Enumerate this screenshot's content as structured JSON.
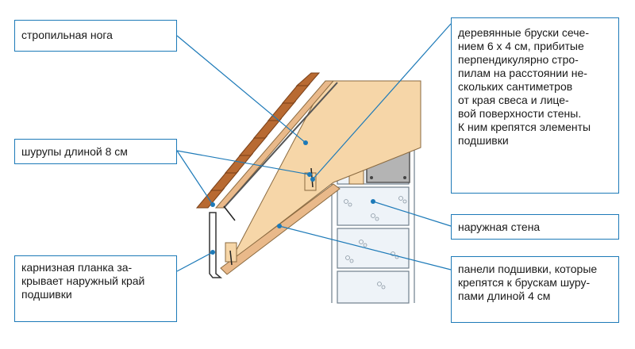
{
  "labels": {
    "rafter": "стропильная нога",
    "screws": "шурупы длиной 8 см",
    "eave_plank": "карнизная планка за-\nкрывает наружный край\nподшивки",
    "wood_bars": "деревянные бруски сече-\nнием 6 х 4 см, прибитые\nперпендикулярно стро-\nпилам на расстоянии не-\nскольких сантиметров\nот края свеса и лице-\nвой поверхности стены.\nК ним крепятся элементы\nподшивки",
    "outer_wall": "наружная стена",
    "soffit_panels": "панели подшивки, которые\nкрепятся к брускам шуру-\nпами длиной 4 см"
  },
  "colors": {
    "callout_border": "#1d7ab8",
    "wood": "#f6d6a8",
    "wood_dark": "#c98a4a",
    "roof_tile": "#b86a32",
    "wall_block": "#eef3f8",
    "beam": "#b4b4b4"
  },
  "icons": [
    "screw-icon",
    "leader-dot-icon"
  ]
}
